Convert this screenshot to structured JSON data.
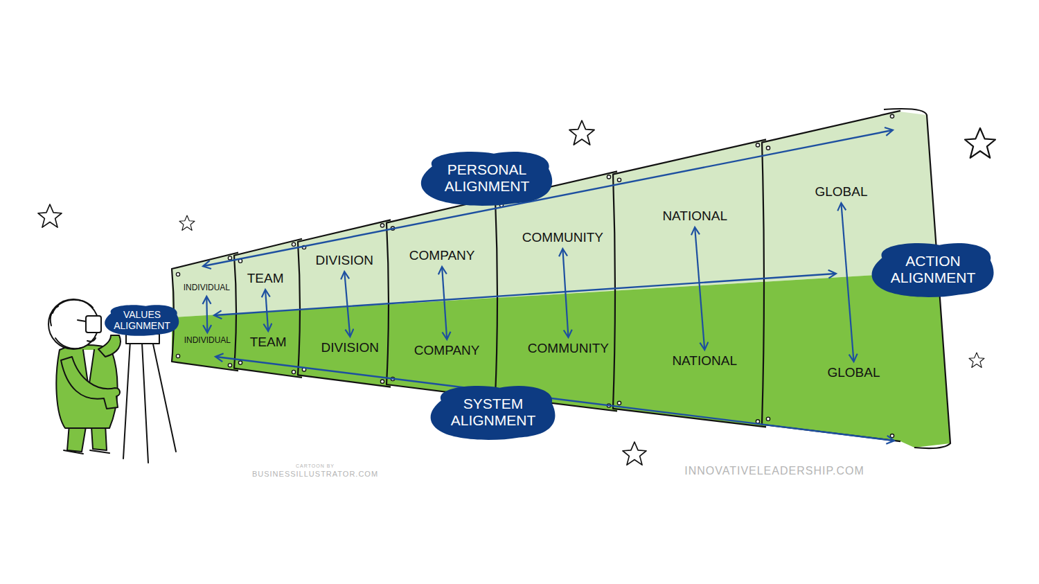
{
  "diagram": {
    "nodes": [
      {
        "text": [
          "VALUES ALIGNMENT"
        ]
      },
      {
        "text": [
          "PERSONAL ALIGNMENT"
        ]
      },
      {
        "text": [
          "INDIVIDUAL"
        ]
      },
      {
        "text": [
          "INDIVIDUAL"
        ]
      },
      {
        "text": [
          "TEAM"
        ]
      },
      {
        "text": [
          "TEAM"
        ]
      },
      {
        "text": [
          "DIVISION"
        ]
      },
      {
        "text": [
          "DIVISION"
        ]
      },
      {
        "text": [
          "COMPANY"
        ]
      },
      {
        "text": [
          "COMPANY"
        ]
      },
      {
        "text": [
          "COMMUNITY"
        ]
      },
      {
        "text": [
          "COMMUNITY"
        ]
      },
      {
        "text": [
          "NATIONAL"
        ]
      },
      {
        "text": [
          "NATIONAL"
        ]
      },
      {
        "text": [
          "GLOBAL"
        ]
      },
      {
        "text": [
          "GLOBAL"
        ]
      },
      {
        "text": [
          "ACTION ALIGNMENT"
        ]
      },
      {
        "text": [
          "SYSTEM ALIGNMENT"
        ]
      }
    ],
    "edges": [
      {
        "from": 2,
        "to": 3,
        "arrow": "both"
      },
      {
        "from": 4,
        "to": 5,
        "arrow": "both"
      },
      {
        "from": 6,
        "to": 7,
        "arrow": "both"
      },
      {
        "from": 8,
        "to": 9,
        "arrow": "both"
      },
      {
        "from": 10,
        "to": 11,
        "arrow": "both"
      },
      {
        "from": 12,
        "to": 13,
        "arrow": "both"
      },
      {
        "from": 14,
        "to": 15,
        "arrow": "both"
      }
    ],
    "labels": [
      "CARTOON BY",
      "BUSINESSILLUSTRATOR.COM",
      "INNOVATIVELEADERSHIP.COM"
    ]
  }
}
